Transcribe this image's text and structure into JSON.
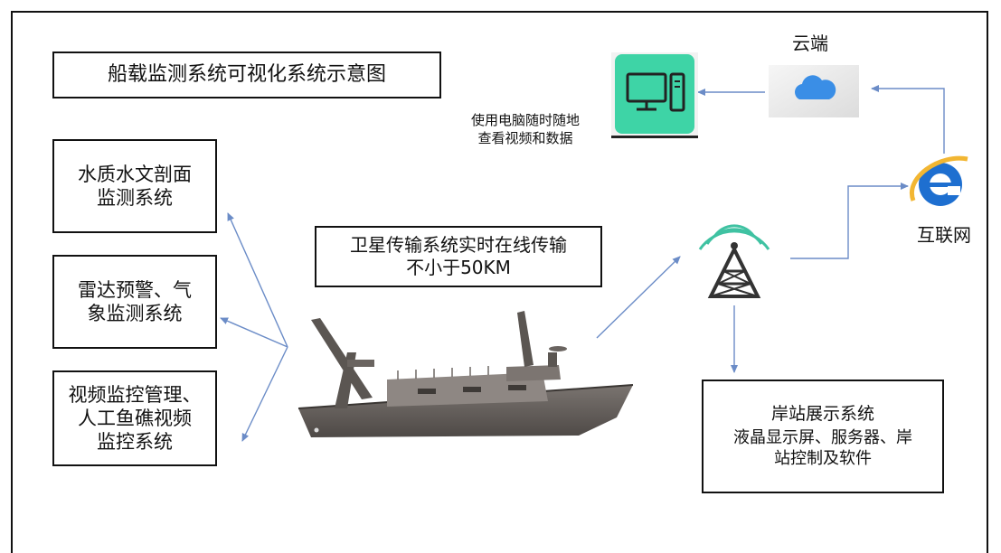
{
  "title": "船载监测系统可视化系统示意图",
  "left_systems": [
    "水质水文剖面\n监测系统",
    "雷达预警、气\n象监测系统",
    "视频监控管理、\n人工鱼礁视频\n监控系统"
  ],
  "satellite": "卫星传输系统实时在线传输\n不小于50KM",
  "cloud": "云端",
  "computer_note": "使用电脑随时随地\n查看视频和数据",
  "internet": "互联网",
  "shore_title": "岸站展示系统",
  "shore_desc": "液晶显示屏、服务器、岸\n站控制及软件",
  "icons": {
    "computer": "computer-icon",
    "cloud": "cloud-icon",
    "browser": "browser-icon",
    "tower": "signal-tower-icon",
    "ship": "ship-icon"
  },
  "colors": {
    "arrow": "#6b8cc7",
    "computer_bg": "#3ed4a6",
    "ship_hull": "#5f5a56",
    "browser": "#1e6fd0"
  }
}
